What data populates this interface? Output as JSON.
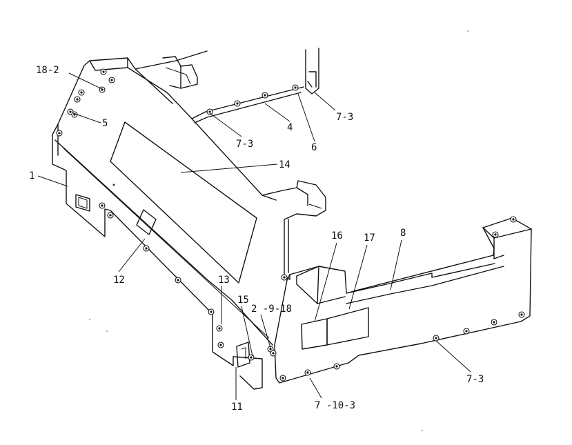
{
  "callouts": [
    {
      "id": "c-18-2",
      "label": "18-2"
    },
    {
      "id": "c-5",
      "label": "5"
    },
    {
      "id": "c-1",
      "label": "1"
    },
    {
      "id": "c-7-3-a",
      "label": "7-3"
    },
    {
      "id": "c-4",
      "label": "4"
    },
    {
      "id": "c-6",
      "label": "6"
    },
    {
      "id": "c-7-3-b",
      "label": "7-3"
    },
    {
      "id": "c-14",
      "label": "14"
    },
    {
      "id": "c-12",
      "label": "12"
    },
    {
      "id": "c-16",
      "label": "16"
    },
    {
      "id": "c-17",
      "label": "17"
    },
    {
      "id": "c-8",
      "label": "8"
    },
    {
      "id": "c-13",
      "label": "13"
    },
    {
      "id": "c-15",
      "label": "15"
    },
    {
      "id": "c-2-9-18",
      "label": "2 -9-18"
    },
    {
      "id": "c-11",
      "label": "11"
    },
    {
      "id": "c-7-10-3",
      "label": "7 -10-3"
    },
    {
      "id": "c-7-3-c",
      "label": "7-3"
    }
  ]
}
